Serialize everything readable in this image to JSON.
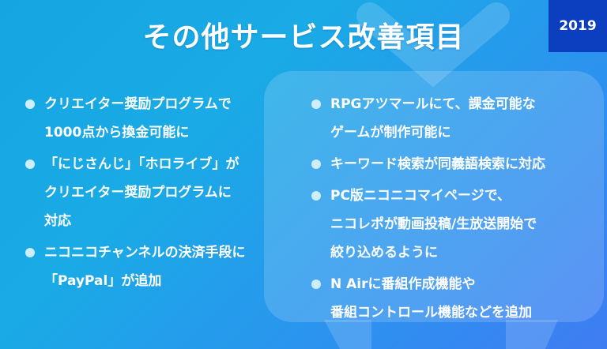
{
  "title": "その他サービス改善項目",
  "year": "2019",
  "left_items": [
    {
      "lines": [
        "クリエイター奨励プログラムで",
        "1000点から換金可能に"
      ]
    },
    {
      "lines": [
        "「にじさんじ」「ホロライブ」が",
        "クリエイター奨励プログラムに",
        "対応"
      ]
    },
    {
      "lines": [
        "ニコニコチャンネルの決済手段に",
        "「PayPal」が追加"
      ]
    }
  ],
  "right_items": [
    {
      "lines": [
        "RPGアツマールにて、課金可能な",
        "ゲームが制作可能に"
      ]
    },
    {
      "lines": [
        "キーワード検索が同義語検索に対応"
      ]
    },
    {
      "lines": [
        "PC版ニコニコマイページで、",
        "ニコレポが動画投稿/生放送開始で",
        "絞り込めるように"
      ]
    },
    {
      "lines": [
        "N Airに番組作成機能や",
        "番組コントロール機能などを追加"
      ]
    }
  ],
  "colors": {
    "background_start": "#15a6e2",
    "background_end": "#3f7cf2",
    "badge": "#0b3fbf",
    "bullet": "#cdeefc"
  },
  "icons": [
    "tv-silhouette-icon",
    "bullet-dot-icon"
  ]
}
